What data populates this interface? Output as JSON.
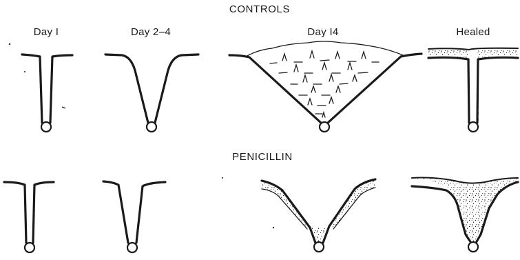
{
  "header": {
    "title": "CONTROLS"
  },
  "columns": [
    {
      "label": "Day I"
    },
    {
      "label": "Day 2–4"
    },
    {
      "label": "Day I4"
    },
    {
      "label": "Healed"
    }
  ],
  "section_2": {
    "title": "PENICILLIN"
  },
  "colors": {
    "ink": "#1a1a1a",
    "background": "#ffffff"
  }
}
